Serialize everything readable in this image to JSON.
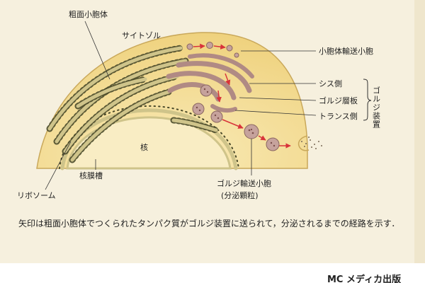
{
  "labels": {
    "rough_er": "粗面小胞体",
    "cytosol": "サイトゾル",
    "transport_vesicle": "小胞体輸送小胞",
    "cis_side": "シス側",
    "golgi_cisterna": "ゴルジ層板",
    "trans_side": "トランス側",
    "golgi_apparatus": "ゴルジ装置",
    "nucleus": "核",
    "nuclear_envelope": "核膜槽",
    "ribosome": "リボソーム",
    "golgi_vesicle": "ゴルジ輸送小胞",
    "secretory_granule": "(分泌顆粒)"
  },
  "caption": "　矢印は粗面小胞体でつくられたタンパク質がゴルジ装置に送られて，分泌されるまでの経路を示す．",
  "logo": "MC メディカ出版",
  "colors": {
    "background": "#f6f0de",
    "cytoplasm": "#f3df9a",
    "cytoplasm_edge": "#c9a85a",
    "nucleus": "#f9edc4",
    "membrane": "#cfc48a",
    "ribosome": "#4a4a2a",
    "golgi": "#b08a84",
    "vesicle": "#c6a29c",
    "arrow": "#d8333a"
  }
}
